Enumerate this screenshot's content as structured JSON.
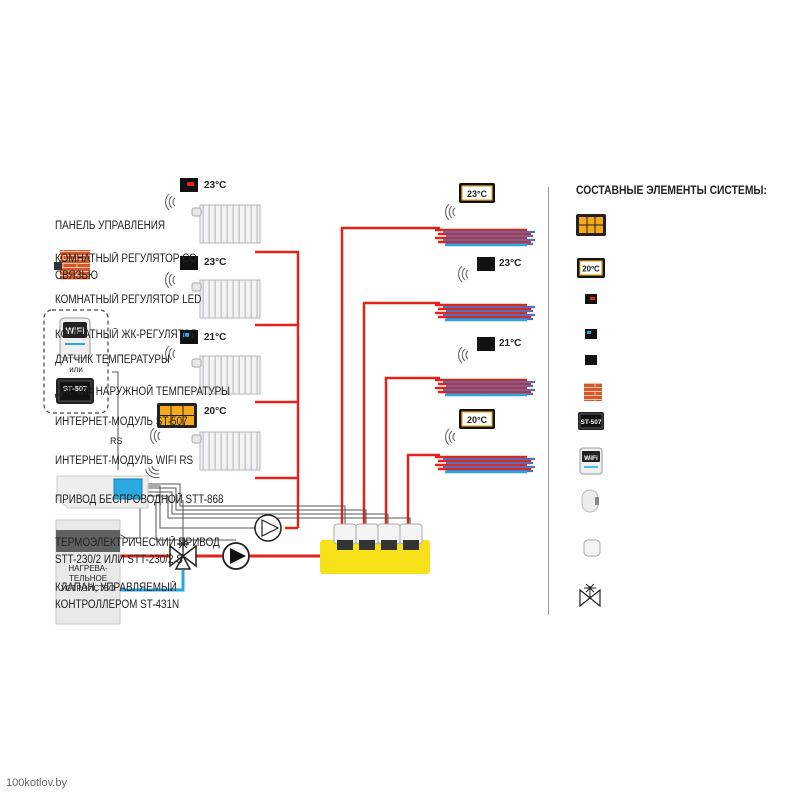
{
  "rooms": {
    "r1_temp": "23°C",
    "r2_temp": "23°C",
    "r3_temp": "21°C",
    "r4_temp": "20°C"
  },
  "floor": {
    "f1_display": "23°C",
    "f2_temp": "23°C",
    "f3_temp": "21°C",
    "f4_display": "20°C"
  },
  "modules": {
    "wifi_label": "WiFi",
    "or_label": "или",
    "st507_label": "ST-507",
    "rs_label": "RS"
  },
  "heater": {
    "line1": "НАГРЕВА-",
    "line2": "ТЕЛЬНОЕ",
    "line3": "УСТРОЙСТВО"
  },
  "legend": {
    "title": "СОСТАВНЫЕ ЭЛЕМЕНТЫ СИСТЕМЫ:",
    "items": [
      {
        "label": "ПАНЕЛЬ УПРАВЛЕНИЯ"
      },
      {
        "label": "КОМНАТНЫЙ РЕГУЛЯТОР СО СВЯЗЬЮ",
        "line1": "КОМНАТНЫЙ РЕГУЛЯТОР СО",
        "line2": "СВЯЗЬЮ",
        "icon_text": "20ºC"
      },
      {
        "label": "КОМНАТНЫЙ РЕГУЛЯТОР LED"
      },
      {
        "label": "КОМНАТНЫЙ ЖК-РЕГУЛЯТОР"
      },
      {
        "label": "ДАТЧИК ТЕМПЕРАТУРЫ"
      },
      {
        "label": "ДАТЧИК НАРУЖНОЙ ТЕМПЕРАТУРЫ"
      },
      {
        "label": "ИНТЕРНЕТ-МОДУЛЬ ST-507",
        "icon_text": "ST-507"
      },
      {
        "label": "ИНТЕРНЕТ-МОДУЛЬ WIFI RS",
        "icon_text": "WiFi"
      },
      {
        "label": "ПРИВОД БЕСПРОВОДНОЙ STT-868"
      },
      {
        "label": "ТЕРМОЭЛЕКТРИЧЕСКИЙ ПРИВОД STT-230/2 ИЛИ STT-230/2 S",
        "line1": "ТЕРМОЭЛЕКТРИЧЕСКИЙ ПРИВОД",
        "line2": "STT-230/2 ИЛИ STT-230/2 S"
      },
      {
        "label": "КЛАПАН, УПРАВЛЯЕМЫЙ КОНТРОЛЛЕРОМ ST-431N",
        "line1": "КЛАПАН, УПРАВЛЯЕМЫЙ",
        "line2": "КОНТРОЛЛЕРОМ ST-431N"
      }
    ]
  },
  "watermark": "100kotlov.by",
  "colors": {
    "pipe_hot": "#e2231a",
    "pipe_cold": "#2ba6de",
    "manifold": "#f7e119",
    "panel_orange": "#f5a81c",
    "screen_blue": "#29a9e0",
    "brick": "#d4582a",
    "heater_gray": "#5f6062"
  }
}
